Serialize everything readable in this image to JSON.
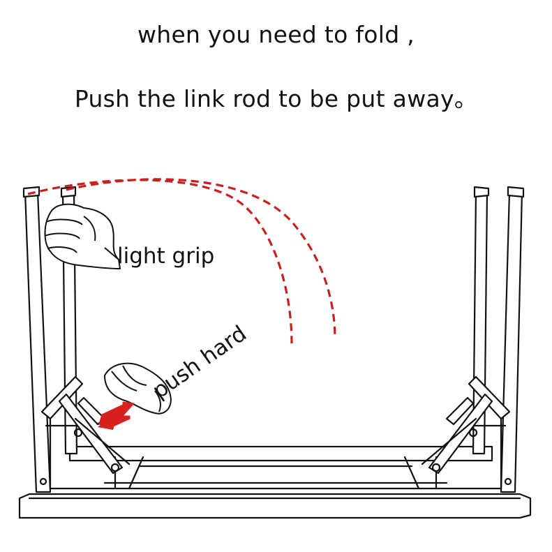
{
  "caption": {
    "line1": "when you need to fold ,",
    "line2": "Push the link rod to be put away。"
  },
  "labels": {
    "light_grip": "light grip",
    "push_hard": "push hard"
  },
  "colors": {
    "line": "#111111",
    "dash": "#c8201e",
    "arrow": "#d8201e",
    "leg_fill": "#ffffff"
  }
}
